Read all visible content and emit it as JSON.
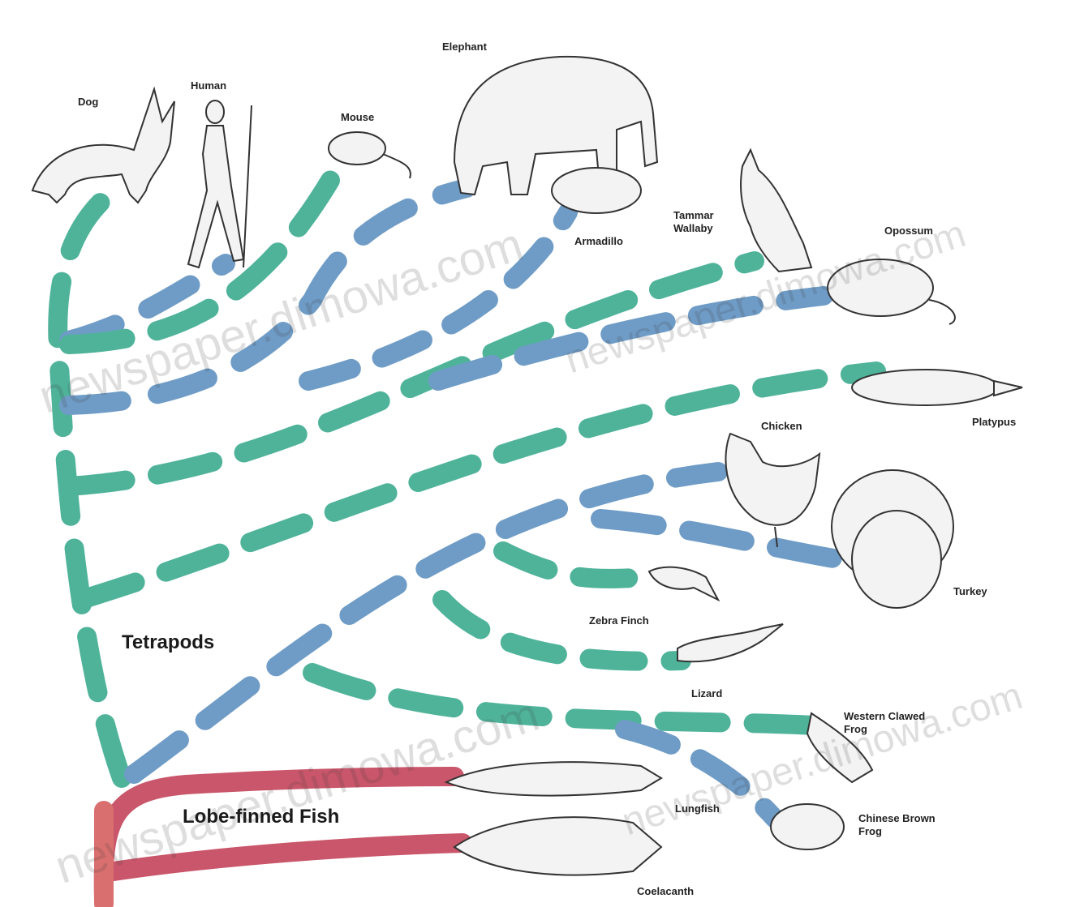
{
  "labels": {
    "dog": "Dog",
    "human": "Human",
    "mouse": "Mouse",
    "elephant": "Elephant",
    "armadillo": "Armadillo",
    "tammar_wallaby": "Tammar\nWallaby",
    "opossum": "Opossum",
    "platypus": "Platypus",
    "chicken": "Chicken",
    "turkey": "Turkey",
    "zebra_finch": "Zebra Finch",
    "lizard": "Lizard",
    "western_clawed_frog": "Western Clawed\nFrog",
    "chinese_brown_frog": "Chinese Brown\nFrog",
    "lungfish": "Lungfish",
    "coelacanth": "Coelacanth",
    "tetrapods": "Tetrapods",
    "lobe_finned_fish": "Lobe-finned Fish"
  },
  "watermark": "newspaper.dimowa.com",
  "colors": {
    "tetrapod_branch_blue": "#6f9cc6",
    "tetrapod_branch_green": "#4fb39a",
    "fish_branch_red": "#c9566a",
    "fish_branch_salmon": "#d9706f"
  }
}
